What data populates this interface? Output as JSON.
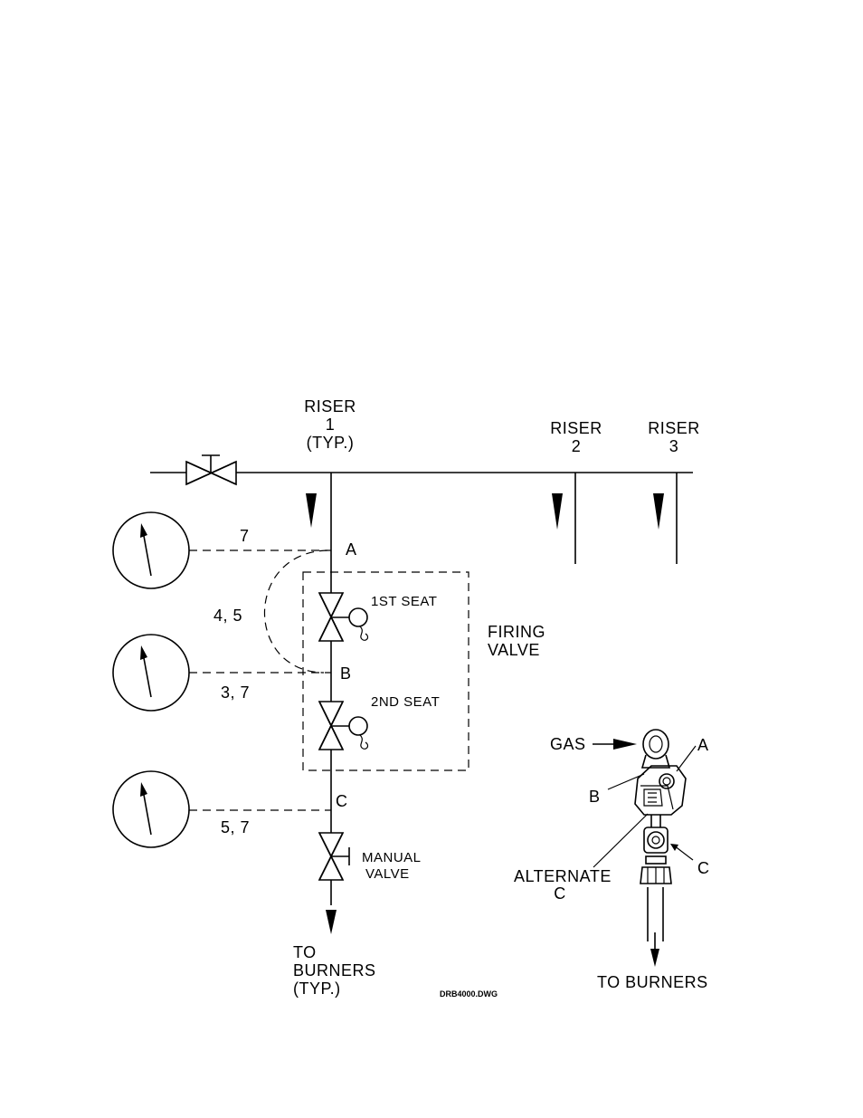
{
  "risers": [
    {
      "line1": "RISER",
      "line2": "1",
      "line3": "(TYP.)"
    },
    {
      "line1": "RISER",
      "line2": "2"
    },
    {
      "line1": "RISER",
      "line2": "3"
    }
  ],
  "taps": {
    "a": "A",
    "b": "B",
    "c": "C"
  },
  "notes": {
    "top": "7",
    "middle": "4, 5",
    "b": "3, 7",
    "c": "5, 7"
  },
  "seats": {
    "first": "1ST SEAT",
    "second": "2ND SEAT"
  },
  "firing_valve": {
    "line1": "FIRING",
    "line2": "VALVE"
  },
  "manual_valve": {
    "line1": "MANUAL",
    "line2": "VALVE"
  },
  "outlet": {
    "line1": "TO",
    "line2": "BURNERS",
    "line3": "(TYP.)"
  },
  "drawing_id": "DRB4000.DWG",
  "detail": {
    "gas": "GAS",
    "a": "A",
    "b": "B",
    "c": "C",
    "alternate_line1": "ALTERNATE",
    "alternate_line2": "C",
    "to_burners": "TO BURNERS"
  }
}
